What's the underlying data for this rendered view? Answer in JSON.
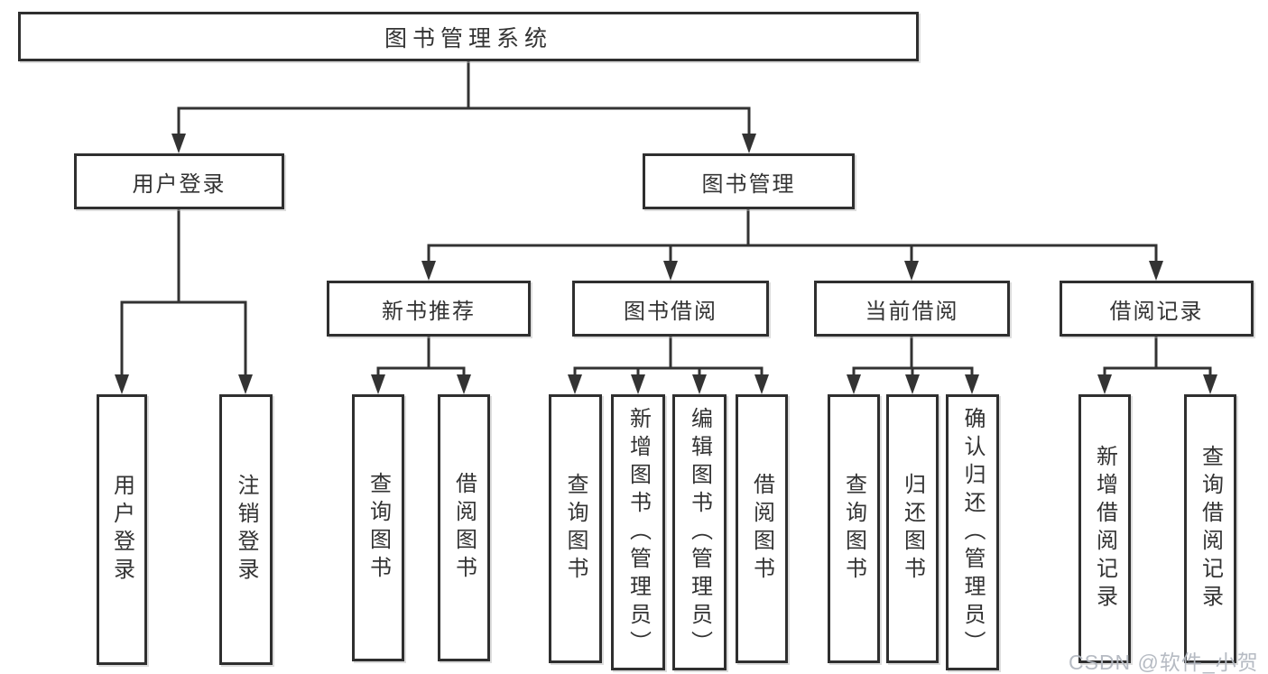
{
  "tree": {
    "label": "图书管理系统",
    "children": [
      {
        "label": "用户登录",
        "children": [
          {
            "label": "用户登录"
          },
          {
            "label": "注销登录"
          }
        ]
      },
      {
        "label": "图书管理",
        "children": [
          {
            "label": "新书推荐",
            "children": [
              {
                "label": "查询图书"
              },
              {
                "label": "借阅图书"
              }
            ]
          },
          {
            "label": "图书借阅",
            "children": [
              {
                "label": "查询图书"
              },
              {
                "label": "新增图书（管理员）"
              },
              {
                "label": "编辑图书（管理员）"
              },
              {
                "label": "借阅图书"
              }
            ]
          },
          {
            "label": "当前借阅",
            "children": [
              {
                "label": "查询图书"
              },
              {
                "label": "归还图书"
              },
              {
                "label": "确认归还（管理员）"
              }
            ]
          },
          {
            "label": "借阅记录",
            "children": [
              {
                "label": "新增借阅记录"
              },
              {
                "label": "查询借阅记录"
              }
            ]
          }
        ]
      }
    ]
  },
  "watermark": "CSDN @软件_小贺同学",
  "colors": {
    "line": "#333333",
    "box_border": "#2f2f2f",
    "box_fill": "#ffffff",
    "text": "#333333",
    "watermark": "#b3b8c0"
  }
}
